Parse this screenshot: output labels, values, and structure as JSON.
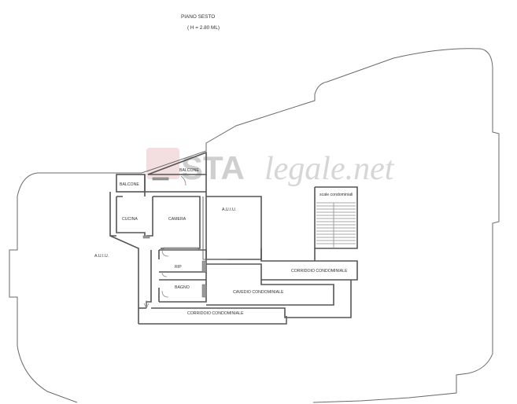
{
  "header": {
    "floor": "PIANO SESTO",
    "height": "( H = 2.80 ML)"
  },
  "rooms": {
    "balcone_left": "BALCONE",
    "balcone_top": "BALCONE",
    "cucina": "CUCINA",
    "camera": "CAMERA",
    "auiu_left": "A.U.I.U.",
    "auiu_center": "A.U.I.U.",
    "rip": "RIP",
    "bagno": "BAGNO",
    "scale": "scale condominiali",
    "corridoio_right": "CORRIDOIO CONDOMINIALE",
    "cavedio": "CAVEDIO  CONDOMINIALE",
    "corridoio_bottom": "CORRIDOIO CONDOMINIALE"
  },
  "watermark": {
    "brand_a": "STA",
    "brand_b": "legale.net"
  }
}
